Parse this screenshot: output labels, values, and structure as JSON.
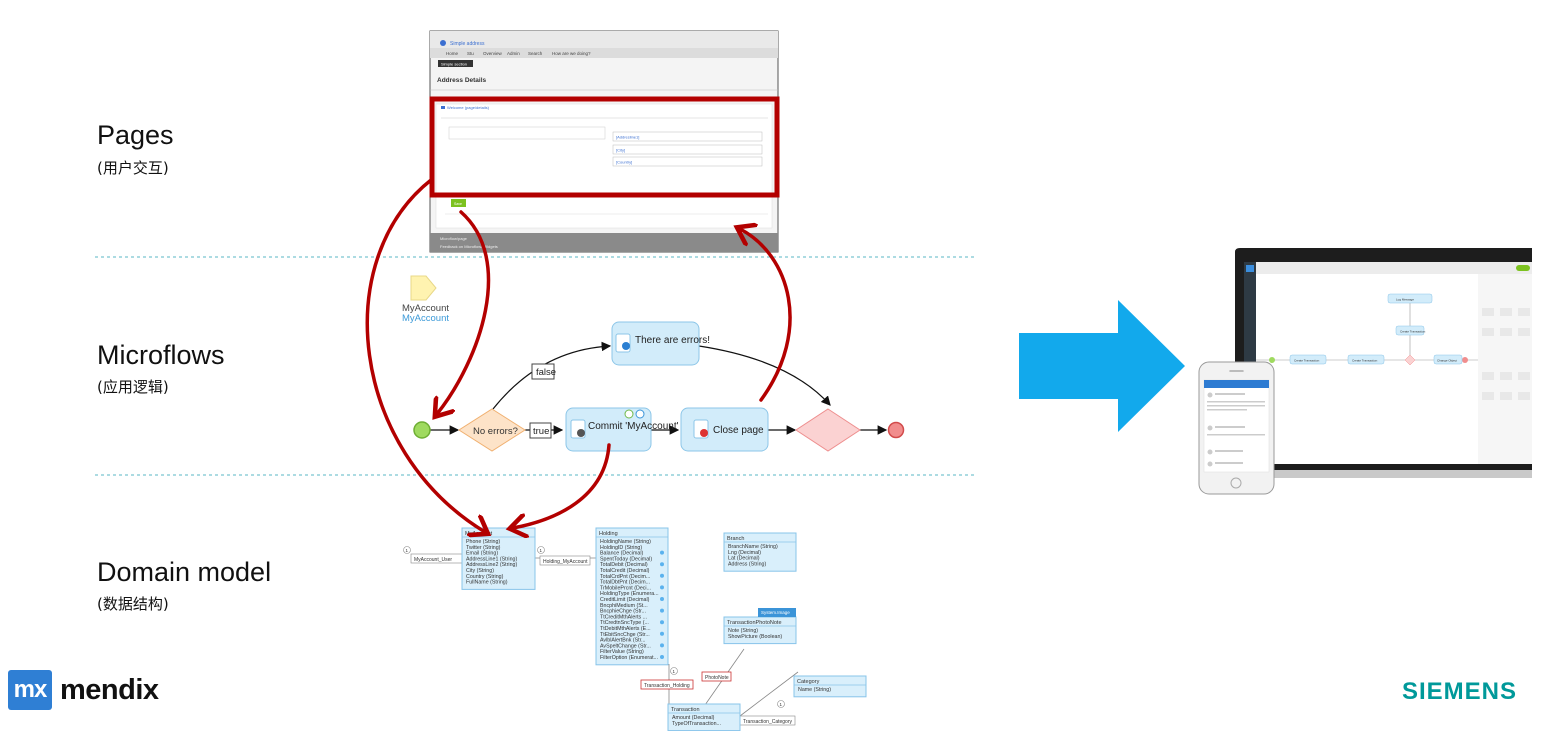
{
  "layers": {
    "pages": {
      "title": "Pages",
      "subtitle": "(用户交互)"
    },
    "microflows": {
      "title": "Microflows",
      "subtitle": "(应用逻辑)"
    },
    "domain": {
      "title": "Domain model",
      "subtitle": "(数据结构)"
    }
  },
  "page_screenshot": {
    "app_title": "Simple address",
    "nav": [
      "Home",
      "Stu",
      "Overview",
      "Admin",
      "Search",
      "How are we doing?"
    ],
    "button": "Simple section",
    "heading": "Address Details",
    "group_title": "Welcome (page/details)",
    "fields": [
      "[Addresline1]",
      "[City]",
      "[Country]"
    ],
    "save_button": "Save",
    "footer1": "Microflow/page",
    "footer2": "Feedback on Microflow/ Widgets"
  },
  "microflow": {
    "param_name": "MyAccount",
    "param_type": "MyAccount",
    "decision": "No errors?",
    "false_label": "false",
    "true_label": "true",
    "error_action": "There are errors!",
    "commit_action": "Commit 'MyAccount'",
    "close_action": "Close page"
  },
  "domain_model": {
    "entities": [
      {
        "name": "MyAccount",
        "attrs": [
          "Phone (String)",
          "Twitter (String)",
          "Email (String)",
          "AddressLine1 (String)",
          "AddressLine2 (String)",
          "City (String)",
          "Country (String)",
          "FullName (String)"
        ]
      },
      {
        "name": "Holding",
        "attrs": [
          "HoldingName (String)",
          "HoldingID (String)",
          "Balance (Decimal)",
          "SpentToday (Decimal)",
          "TotalDebit (Decimal)",
          "TotalCredit (Decimal)",
          "TotalCrdPnt (Decim...",
          "TotalDbtPnt (Decim...",
          "TrMobilePrcnt (Deci...",
          "HoldingType (Enumera...",
          "CreditLimit (Decimal)",
          "BncphiMedium (St...",
          "BncphieChge (Str...",
          "TtCreditMthAlerts ...",
          "TtCredtnSncType (...",
          "TtDebitMthAlerts (E...",
          "TtEbitSncChge (Str...",
          "AvlblAlertBnk (Str...",
          "AvSpeltChange (Str...",
          "FilterValue (String)",
          "FilterOption (Enumerat..."
        ]
      },
      {
        "name": "Branch",
        "attrs": [
          "BranchName (String)",
          "Lng (Decimal)",
          "Lat (Decimal)",
          "Address (String)"
        ]
      },
      {
        "name": "TransactionPhotoNote",
        "badge": "System.Image",
        "attrs": [
          "Note (String)",
          "ShowPicture (Boolean)"
        ]
      },
      {
        "name": "Category",
        "attrs": [
          "Name (String)"
        ]
      },
      {
        "name": "Transaction",
        "attrs": [
          "Amount (Decimal)",
          "TypeOfTransaction..."
        ]
      }
    ],
    "associations": [
      "MyAccount_User",
      "Holding_MyAccount",
      "Transaction_Holding",
      "PhotoNote",
      "Transaction_Category"
    ],
    "multiplicities": [
      "1",
      "1",
      "1",
      "1"
    ]
  },
  "devices": {
    "laptop_nodes": [
      "Create Transaction",
      "Log Message",
      "Create Transaction",
      "Create Transaction",
      "Change Object"
    ]
  },
  "logos": {
    "mendix_mark": "mx",
    "mendix_word": "mendix",
    "siemens": "SIEMENS"
  },
  "colors": {
    "arrow_red": "#b30000",
    "flow_blue": "#d2ecfa",
    "decision_orange": "#fde3c8",
    "end_red": "#f18d8d",
    "big_arrow": "#12a9ec",
    "siemens": "#00999a"
  }
}
